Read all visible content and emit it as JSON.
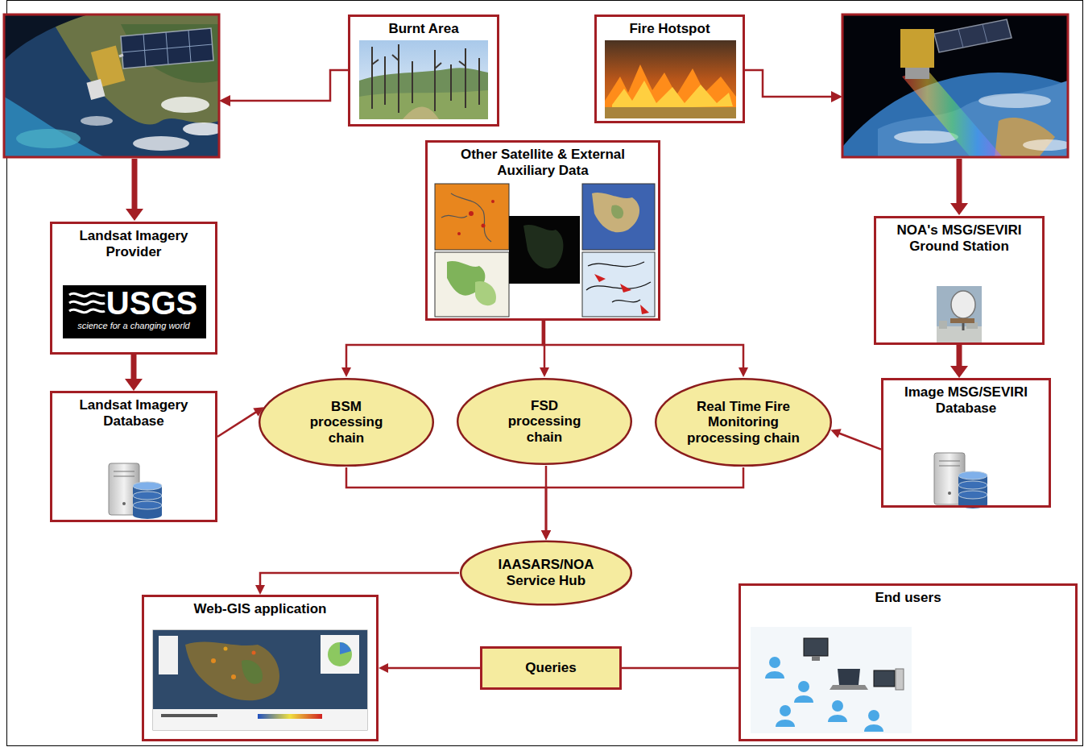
{
  "diagram": {
    "nodes": [
      {
        "text": [
          "Burnt Area"
        ]
      },
      {
        "text": [
          "Fire Hotspot"
        ]
      },
      {
        "text": [
          "Other Satellite & External Auxiliary Data"
        ]
      },
      {
        "text": [
          "Landsat Imagery Provider",
          "USGS",
          "science for a changing world"
        ]
      },
      {
        "text": [
          "NOA's MSG/SEVIRI Ground Station"
        ]
      },
      {
        "text": [
          "Landsat Imagery Database"
        ]
      },
      {
        "text": [
          "BSM processing chain"
        ]
      },
      {
        "text": [
          "FSD processing chain"
        ]
      },
      {
        "text": [
          "Real Time Fire Monitoring processing chain"
        ]
      },
      {
        "text": [
          "Image MSG/SEVIRI Database"
        ]
      },
      {
        "text": [
          "IAASARS/NOA Service Hub"
        ]
      },
      {
        "text": [
          "Web-GIS application"
        ]
      },
      {
        "text": [
          "Queries"
        ]
      },
      {
        "text": [
          "End users"
        ]
      }
    ],
    "edges": [
      {
        "from": 4,
        "to": 9,
        "arrow": "to"
      },
      {
        "from": 3,
        "to": 5,
        "arrow": "to"
      },
      {
        "from": 5,
        "to": 6,
        "arrow": "to"
      },
      {
        "from": 9,
        "to": 8,
        "arrow": "to"
      },
      {
        "from": 2,
        "to": 6,
        "arrow": "to"
      },
      {
        "from": 2,
        "to": 7,
        "arrow": "to"
      },
      {
        "from": 2,
        "to": 8,
        "arrow": "to"
      },
      {
        "from": 6,
        "to": 10,
        "arrow": "to"
      },
      {
        "from": 7,
        "to": 10,
        "arrow": "to"
      },
      {
        "from": 8,
        "to": 10,
        "arrow": "to"
      },
      {
        "from": 10,
        "to": 11,
        "arrow": "to"
      },
      {
        "from": 13,
        "to": 12,
        "arrow": "none"
      },
      {
        "from": 12,
        "to": 11,
        "arrow": "to"
      }
    ]
  }
}
